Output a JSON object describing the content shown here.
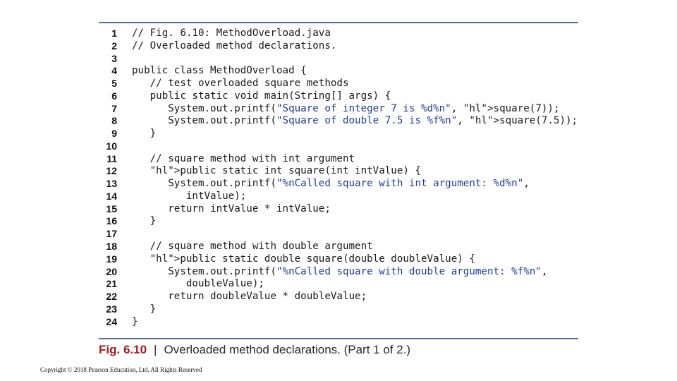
{
  "code": {
    "lines": [
      {
        "n": "1",
        "t": "// Fig. 6.10: MethodOverload.java"
      },
      {
        "n": "2",
        "t": "// Overloaded method declarations."
      },
      {
        "n": "3",
        "t": ""
      },
      {
        "n": "4",
        "t": "public class MethodOverload {"
      },
      {
        "n": "5",
        "t": "   // test overloaded square methods"
      },
      {
        "n": "6",
        "t": "   public static void main(String[] args) {"
      },
      {
        "n": "7",
        "t": "      System.out.printf(\"Square of integer 7 is %d%n\", square(7));"
      },
      {
        "n": "8",
        "t": "      System.out.printf(\"Square of double 7.5 is %f%n\", square(7.5));"
      },
      {
        "n": "9",
        "t": "   }"
      },
      {
        "n": "10",
        "t": ""
      },
      {
        "n": "11",
        "t": "   // square method with int argument"
      },
      {
        "n": "12",
        "t": "   public static int square(int intValue) {"
      },
      {
        "n": "13",
        "t": "      System.out.printf(\"%nCalled square with int argument: %d%n\","
      },
      {
        "n": "14",
        "t": "         intValue);"
      },
      {
        "n": "15",
        "t": "      return intValue * intValue;"
      },
      {
        "n": "16",
        "t": "   }"
      },
      {
        "n": "17",
        "t": ""
      },
      {
        "n": "18",
        "t": "   // square method with double argument"
      },
      {
        "n": "19",
        "t": "   public static double square(double doubleValue) {"
      },
      {
        "n": "20",
        "t": "      System.out.printf(\"%nCalled square with double argument: %f%n\","
      },
      {
        "n": "21",
        "t": "         doubleValue);"
      },
      {
        "n": "22",
        "t": "      return doubleValue * doubleValue;"
      },
      {
        "n": "23",
        "t": "   }"
      },
      {
        "n": "24",
        "t": "}"
      }
    ]
  },
  "caption": {
    "fig_label": "Fig. 6.10",
    "separator": "|",
    "text": "Overloaded method declarations. (Part 1 of 2.)"
  },
  "copyright": "Copyright © 2018 Pearson Education, Ltd. All Rights Reserved",
  "colors": {
    "highlight": "#fbefc0",
    "rule": "#5b6f95",
    "fig_label": "#9b1f24",
    "string": "#1d3d8c"
  }
}
